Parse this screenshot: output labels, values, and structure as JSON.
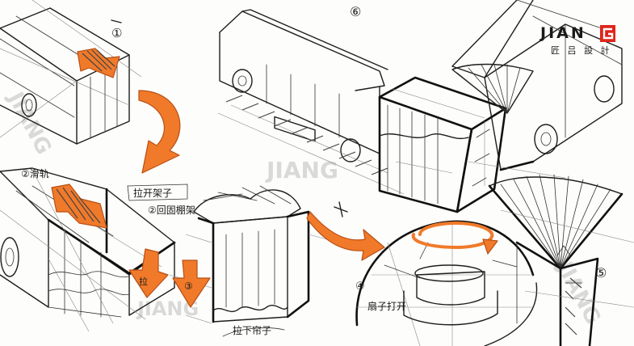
{
  "logo": {
    "latin": "JIAN",
    "chinese": "匠 吕 設 計",
    "accent_color": "#e0251b"
  },
  "watermark": "JIANG",
  "labels": {
    "step1": "①",
    "step2_marker": "②",
    "step2_text": "拉开架子",
    "step3_marker": "③",
    "step4": "④",
    "step5": "⑤",
    "step6": "⑥",
    "frame_text": "②回固棚架",
    "slide_rail": "②滑轨",
    "pull_tag": "拉",
    "pull_curtain": "拉下帘子",
    "umbrella_open": "扇子打开"
  },
  "colors": {
    "ink": "#1d1d1d",
    "arrow_fill": "#f07a2a",
    "arrow_edge": "#b94f14",
    "paper": "#fdfdfb"
  }
}
